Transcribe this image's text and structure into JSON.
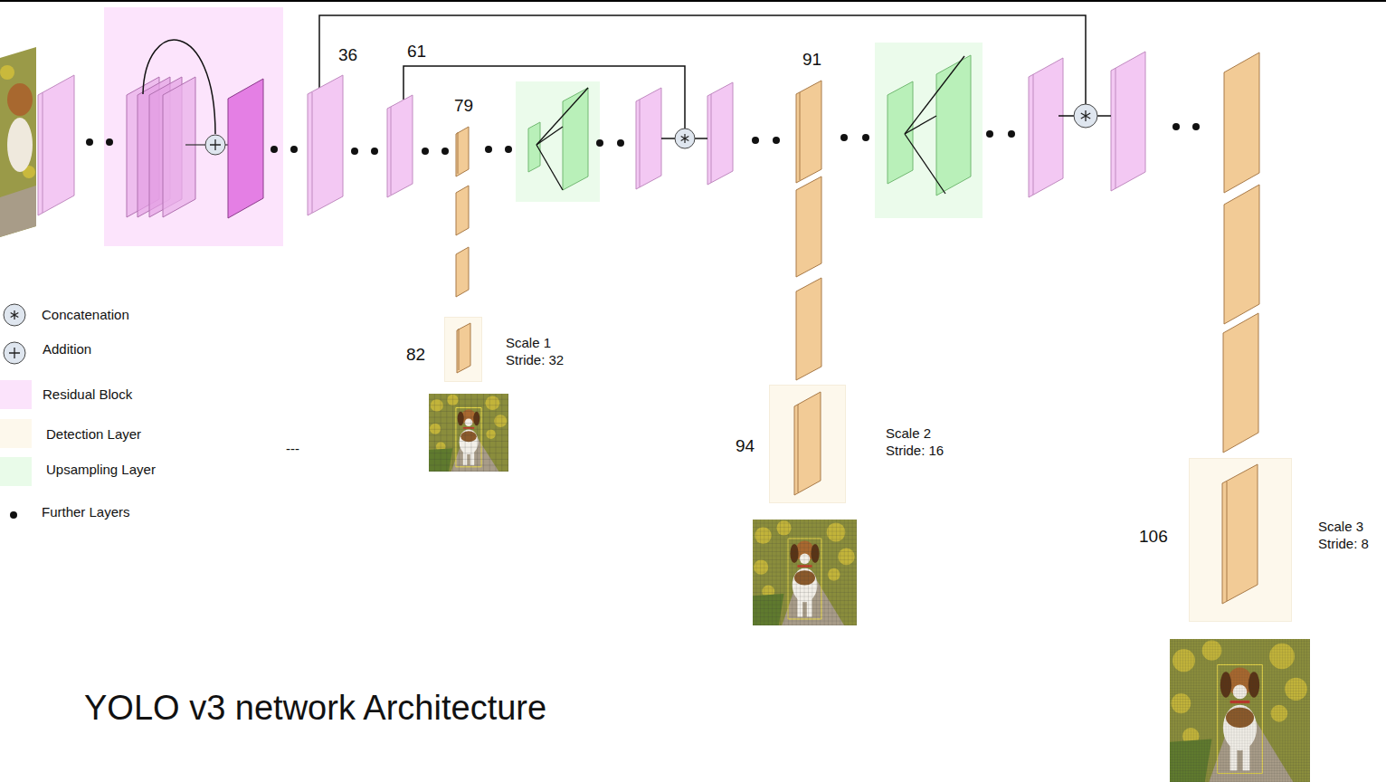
{
  "diagram": {
    "title": "YOLO v3 network Architecture",
    "nodes": [
      {
        "text": [
          "36"
        ]
      },
      {
        "text": [
          "61"
        ]
      },
      {
        "text": [
          "79"
        ]
      },
      {
        "text": [
          "82",
          "Scale 1 Stride: 32"
        ]
      },
      {
        "text": [
          "91"
        ]
      },
      {
        "text": [
          "94",
          "Scale 2 Stride: 16"
        ]
      },
      {
        "text": [
          "106",
          "Scale 3 Stride: 8"
        ]
      }
    ],
    "labels": [
      "---"
    ],
    "legend": [
      {
        "text": "Concatenation"
      },
      {
        "text": "Addition"
      },
      {
        "text": "Residual Block",
        "color": "#fbe3fb"
      },
      {
        "text": "Detection Layer",
        "color": "#fdf8ec"
      },
      {
        "text": "Upsampling Layer",
        "color": "#e9fbe9"
      },
      {
        "text": "Further Layers"
      }
    ]
  }
}
